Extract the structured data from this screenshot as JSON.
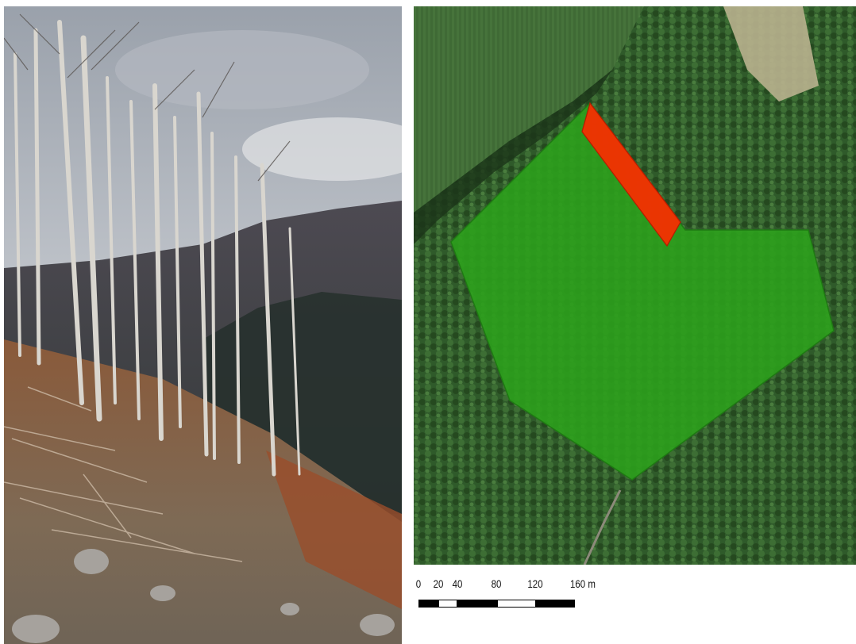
{
  "photo": {
    "description_icon": "forest-photo"
  },
  "map": {
    "layers": [
      {
        "name": "study-area",
        "color": "#2ca01c"
      },
      {
        "name": "cut-strip",
        "color": "#ff2a00"
      }
    ],
    "background_colors": {
      "field": "#3f6a35",
      "forest": "#2f5a2a",
      "clearing": "#b9b18e"
    }
  },
  "scale_bar": {
    "labels": [
      "0",
      "20",
      "40",
      "80",
      "120",
      "160 m"
    ],
    "values": [
      0,
      20,
      40,
      80,
      120,
      160
    ],
    "segments": [
      {
        "from": 0,
        "to": 20,
        "fill": "#000000"
      },
      {
        "from": 20,
        "to": 40,
        "fill": "#ffffff"
      },
      {
        "from": 40,
        "to": 80,
        "fill": "#000000"
      },
      {
        "from": 80,
        "to": 120,
        "fill": "#ffffff"
      },
      {
        "from": 120,
        "to": 160,
        "fill": "#000000"
      }
    ]
  }
}
